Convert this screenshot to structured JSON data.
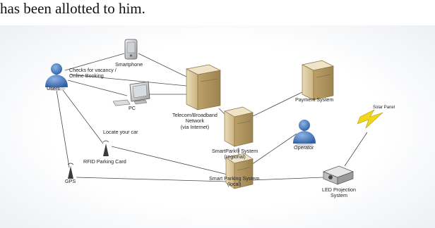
{
  "caption": "has been allotted to him.",
  "nodes": {
    "users": "Users",
    "smartphone": "Smartphone",
    "pc": "PC",
    "telecom_line1": "Telecom/Broadband",
    "telecom_line2": "Network",
    "telecom_line3": "(via Internet)",
    "payment": "Payment System",
    "smartpark_line1": "SmartPark® System",
    "smartpark_line2": "(regional)",
    "operator": "Operator",
    "solar": "Solar Panel",
    "rfid": "RFID Parking Card",
    "gps": "GPS",
    "smart_local_line1": "Smart Parking System",
    "smart_local_line2": "(local)",
    "led_line1": "LED Projection",
    "led_line2": "System"
  },
  "edges": {
    "checks_line1": "Checks for vacancy /",
    "checks_line2": "Online Booking",
    "locate": "Locate your car"
  },
  "colors": {
    "line": "#4a4a4a",
    "person": "#3d6fb5",
    "server": "#dcc9a0",
    "bolt": "#f1d61a"
  }
}
